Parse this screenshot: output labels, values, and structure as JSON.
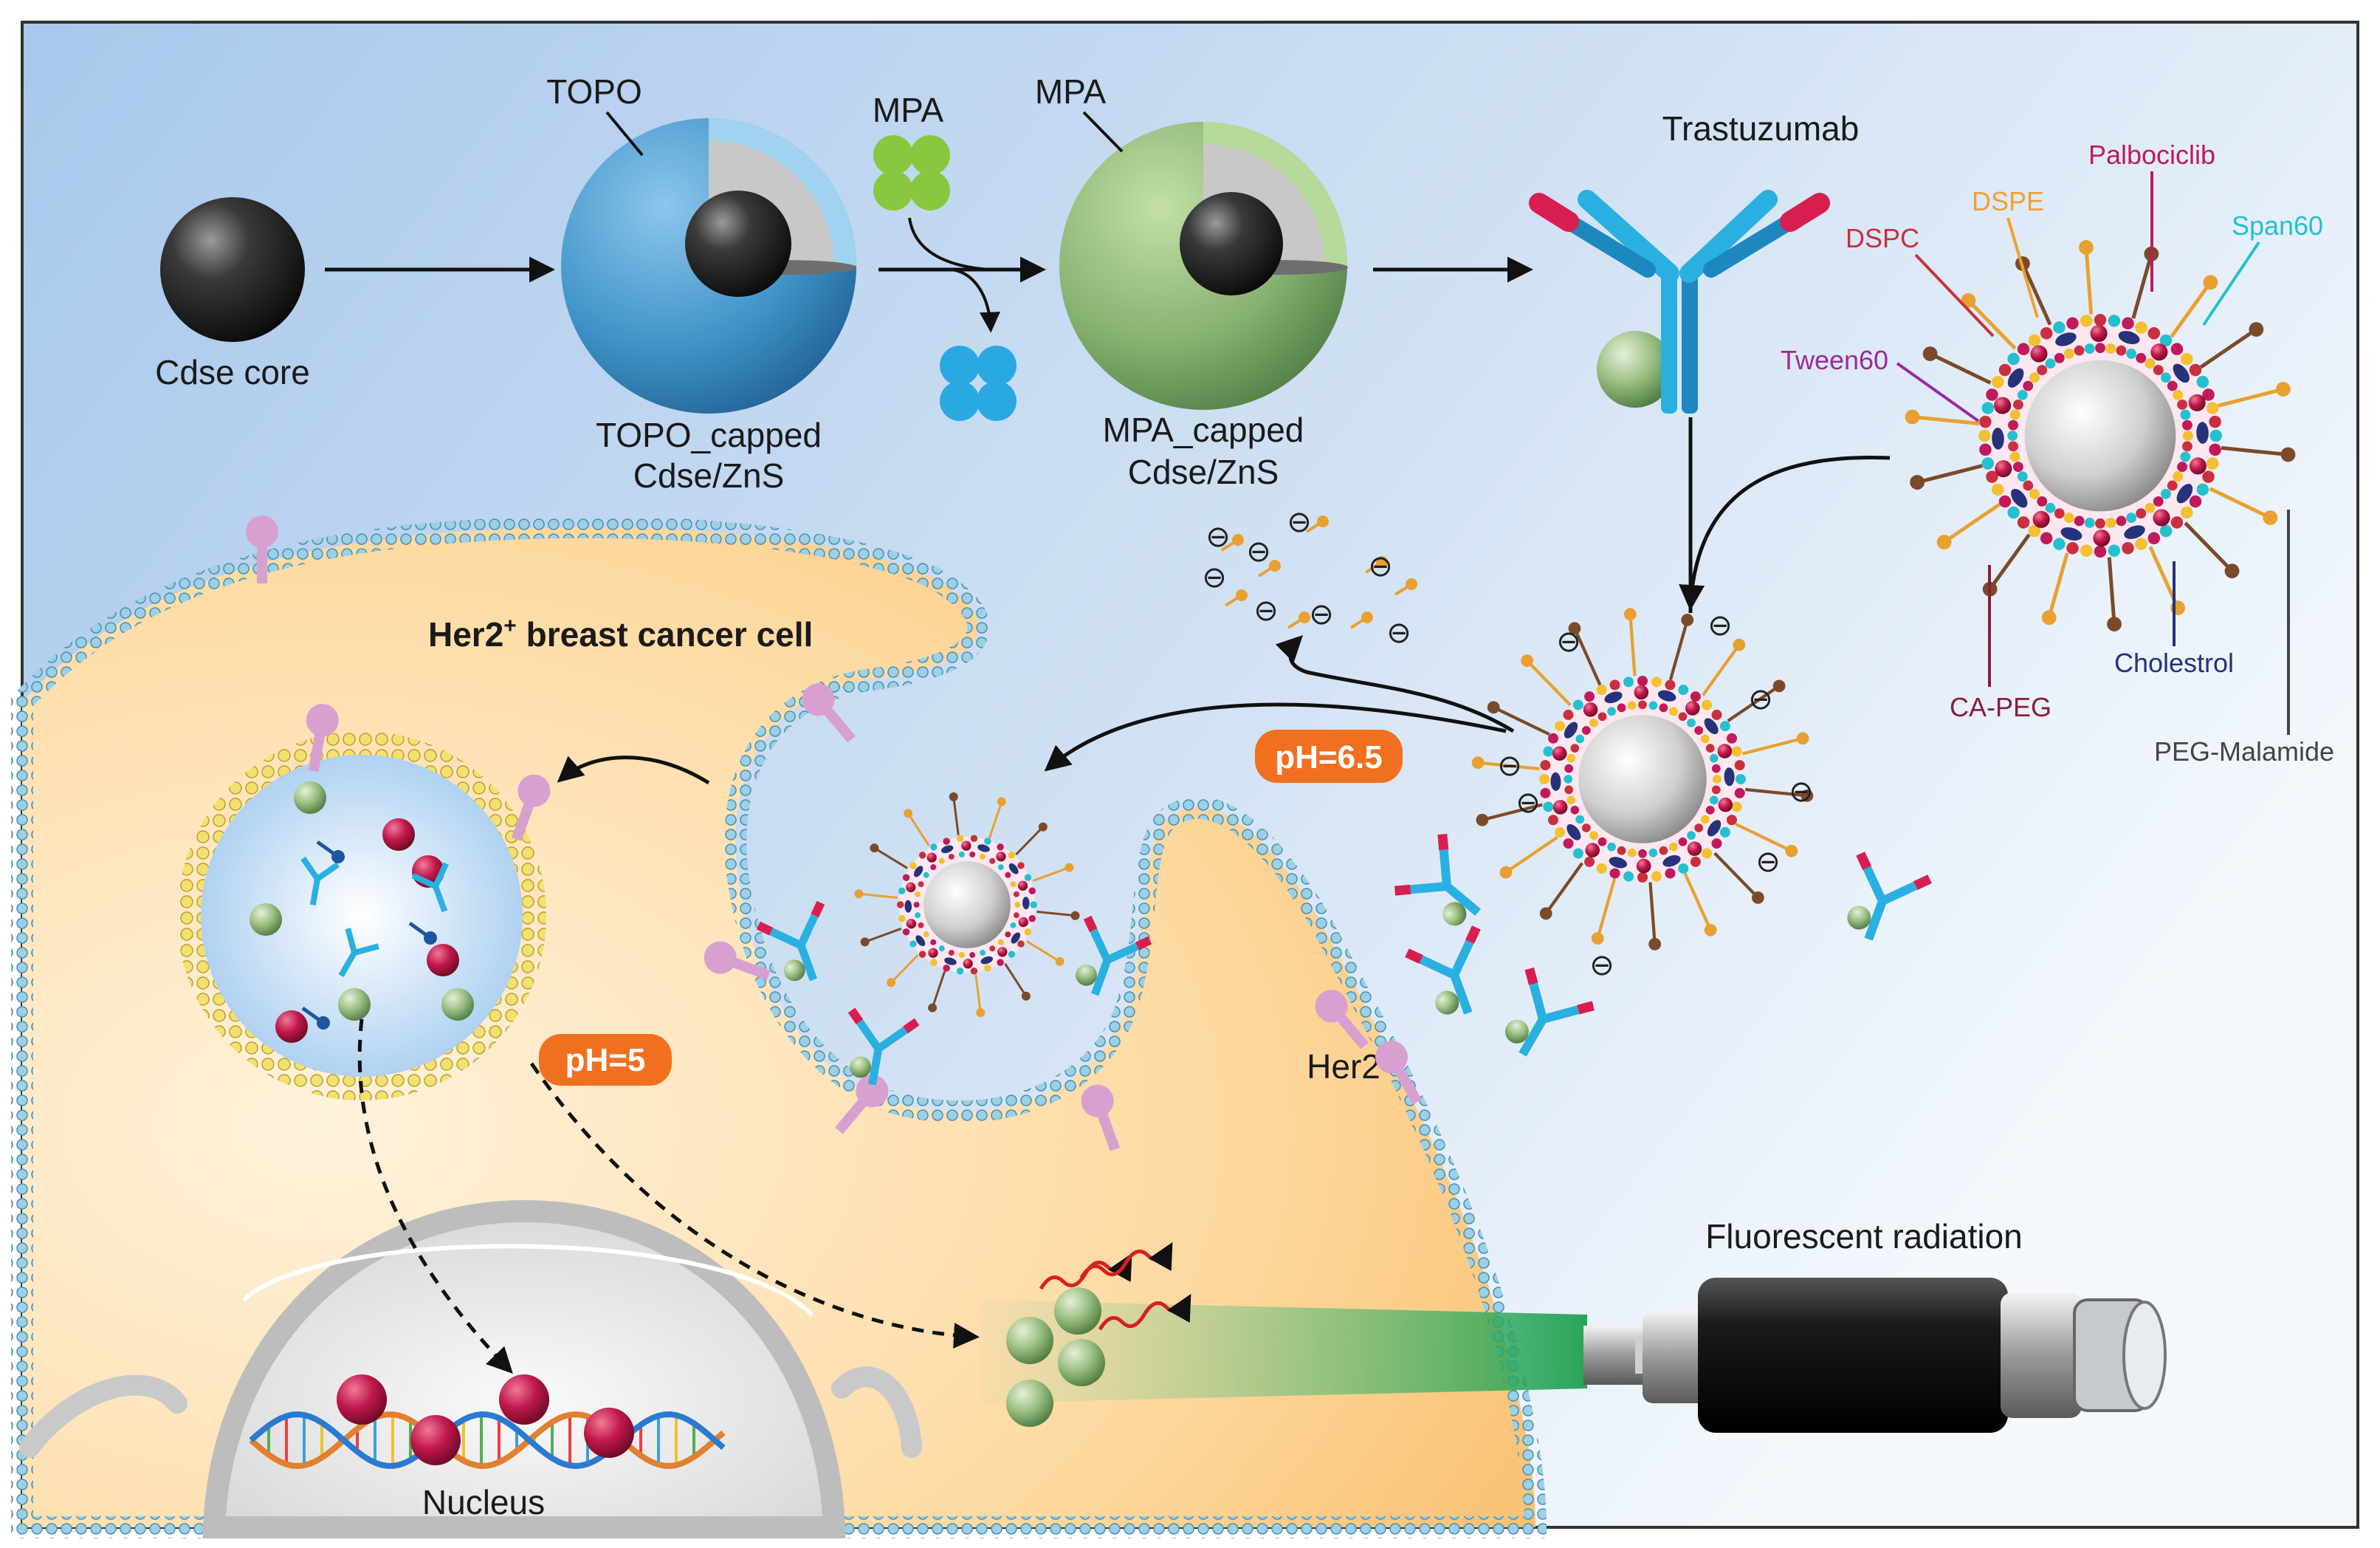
{
  "labels": {
    "cdse_core": "Cdse core",
    "topo": "TOPO",
    "topo_capped_1": "TOPO_capped",
    "topo_capped_2": "Cdse/ZnS",
    "mpa_free": "MPA",
    "mpa_shell": "MPA",
    "mpa_capped_1": "MPA_capped",
    "mpa_capped_2": "Cdse/ZnS",
    "trastuzumab": "Trastuzumab",
    "cell_title": "Her2",
    "cell_title_sup": "+",
    "cell_title_rest": " breast cancer cell",
    "ph_65": "pH=6.5",
    "ph_5": "pH=5",
    "her2": "Her2",
    "nucleus": "Nucleus",
    "fluorescent": "Fluorescent radiation",
    "minus_sign": "⊖"
  },
  "legend": {
    "palbociclib": "Palbociclib",
    "dspe": "DSPE",
    "dspc": "DSPC",
    "span60": "Span60",
    "tween60": "Tween60",
    "ca_peg": "CA-PEG",
    "cholestrol": "Cholestrol",
    "peg_malamide": "PEG-Malamide"
  },
  "colors": {
    "palbociclib": "#c01a5a",
    "dspe": "#f0a030",
    "dspc": "#c83040",
    "span60": "#25c0d0",
    "tween60": "#9a2aa0",
    "ca_peg": "#8a1e3c",
    "cholestrol": "#26327a",
    "peg_malamide": "#444444",
    "ph_badge": "#f07020",
    "cell": "#fbc36c",
    "antibody_blue": "#2ab0e0",
    "antibody_red": "#d81e50",
    "qd_green": "#8fb878",
    "her2_receptor": "#d8a0d0"
  }
}
